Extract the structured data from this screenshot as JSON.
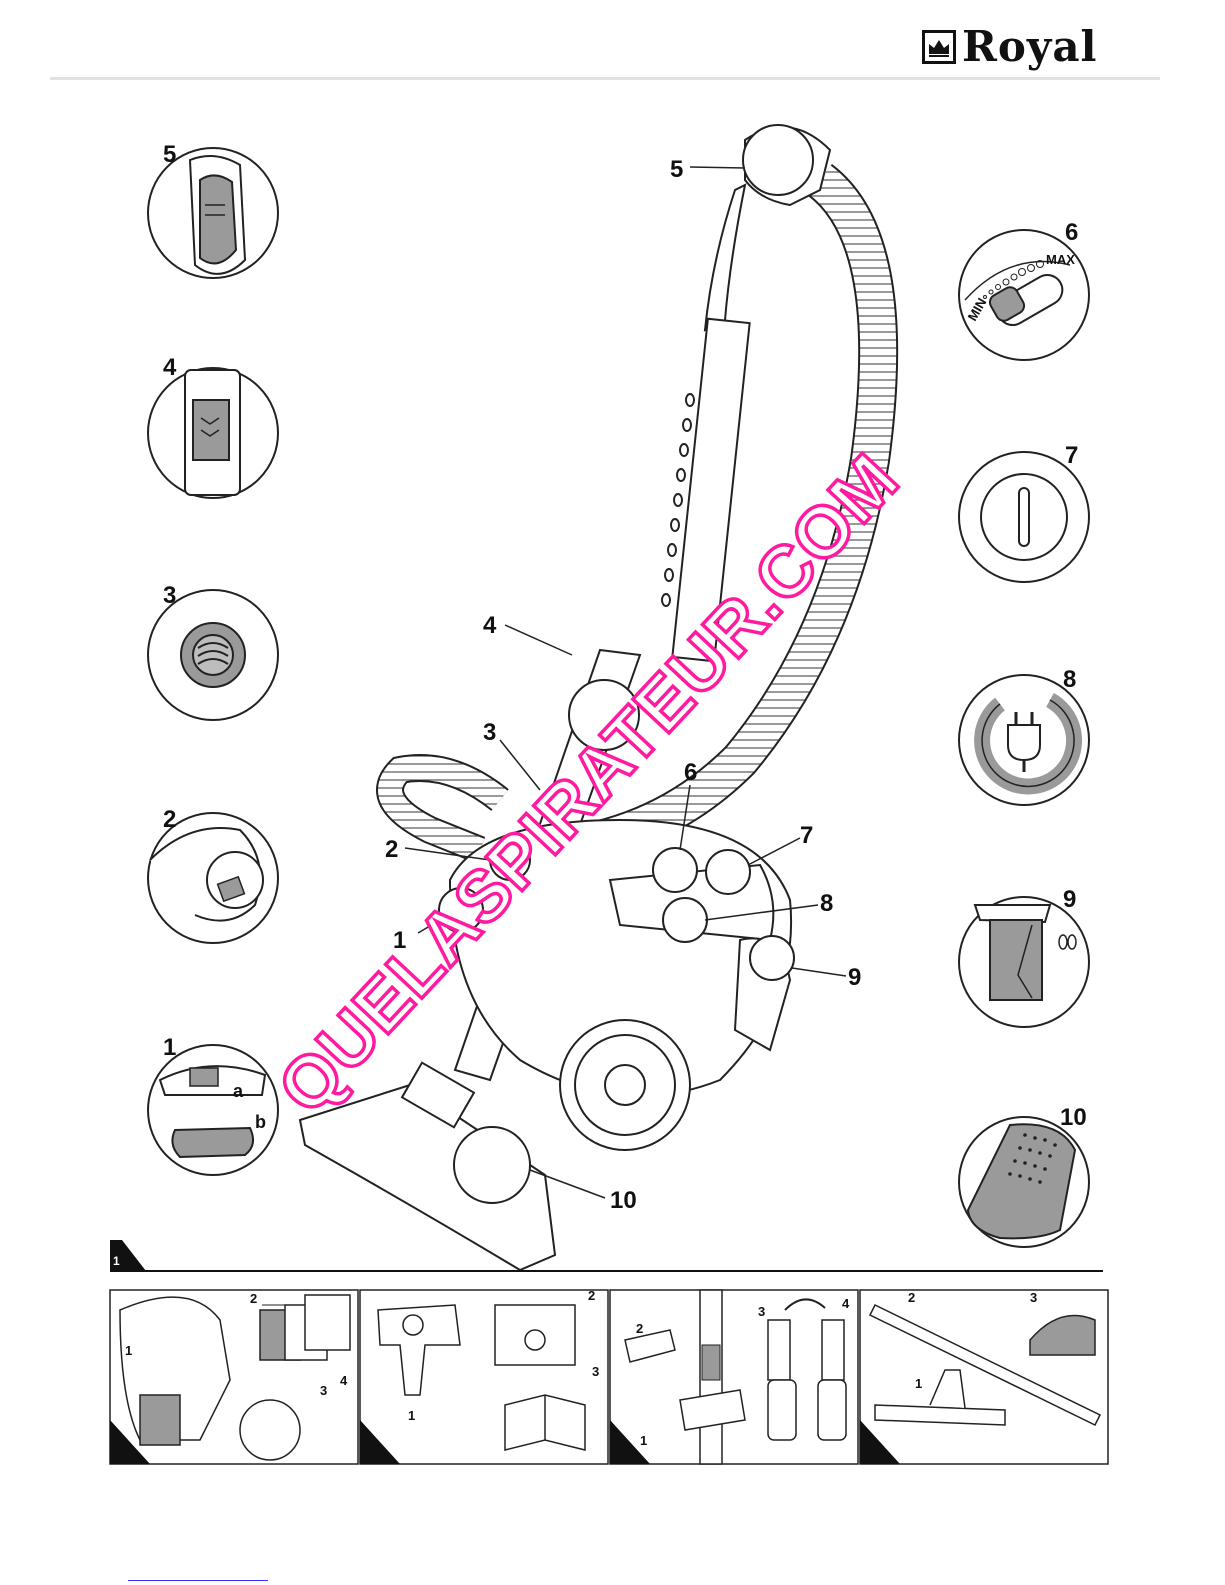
{
  "brand": {
    "name": "Royal"
  },
  "callouts": {
    "left": [
      "5",
      "4",
      "3",
      "2",
      "1"
    ],
    "right": [
      "6",
      "7",
      "8",
      "9",
      "10"
    ],
    "main": [
      "5",
      "4",
      "3",
      "2",
      "1",
      "6",
      "7",
      "8",
      "9",
      "10"
    ],
    "sub_labels": [
      "a",
      "b"
    ]
  },
  "gauge": {
    "min": "MIN",
    "max": "MAX"
  },
  "watermark": "QUELASPIRATEUR.COM",
  "section": {
    "number": "1"
  },
  "panels": [
    {
      "labels": [
        "1",
        "2",
        "3",
        "4"
      ]
    },
    {
      "labels": [
        "1",
        "2",
        "3"
      ]
    },
    {
      "labels": [
        "1",
        "2",
        "3",
        "4"
      ]
    },
    {
      "labels": [
        "1",
        "2",
        "3"
      ]
    }
  ]
}
